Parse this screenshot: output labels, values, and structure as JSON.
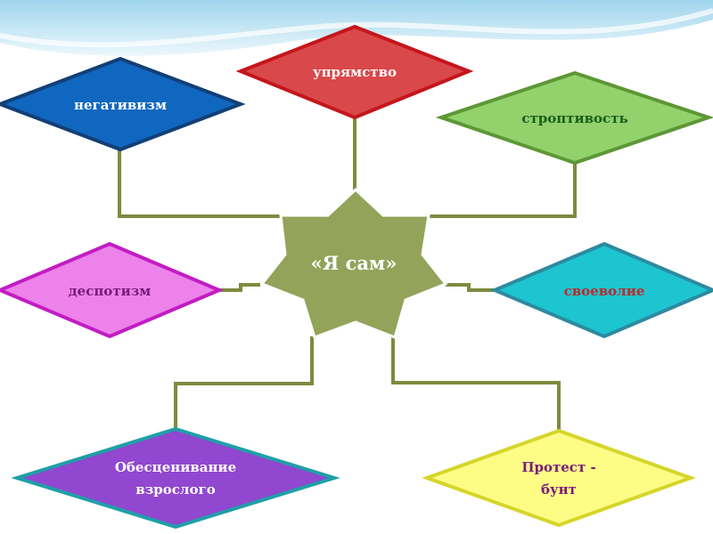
{
  "center": {
    "label": "«Я сам»"
  },
  "nodes": {
    "negativism": {
      "label": "негативизм"
    },
    "stubbornness": {
      "label": "упрямство"
    },
    "obstinacy": {
      "label": "строптивость"
    },
    "despotism": {
      "label": "деспотизм"
    },
    "self_will": {
      "label": "своеволие"
    },
    "devaluation": {
      "line1": "Обесценивание",
      "line2": "взрослого"
    },
    "protest": {
      "line1": "Протест -",
      "line2": "бунт"
    }
  },
  "colors": {
    "center_fill": "#93a35a",
    "center_stroke": "#ffffff",
    "connector": "#7d8b3f",
    "negativism_fill": "#0f67bf",
    "negativism_stroke": "#123f77",
    "stubbornness_fill": "#d9484a",
    "stubbornness_stroke": "#c4161c",
    "obstinacy_fill": "#92d16b",
    "obstinacy_stroke": "#5d9736",
    "despotism_fill": "#ec82ea",
    "despotism_stroke": "#c21cc3",
    "self_will_fill": "#1cc5d0",
    "self_will_stroke": "#2d8aa0",
    "devaluation_fill": "#9147cf",
    "devaluation_stroke": "#1f9fa8",
    "protest_fill": "#fdfd86",
    "protest_stroke": "#d6d52a"
  }
}
